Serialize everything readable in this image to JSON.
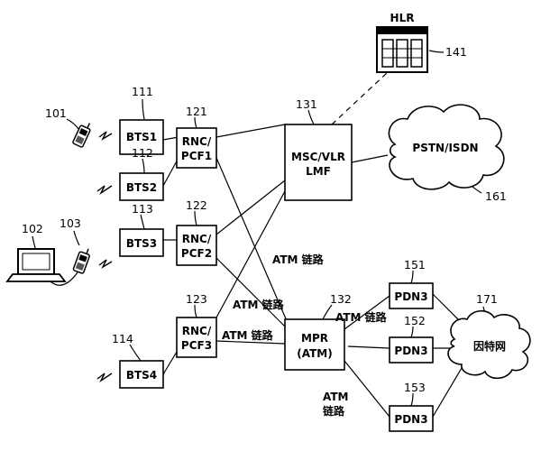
{
  "refs": {
    "ms1": "101",
    "laptop": "102",
    "ms2": "103",
    "bts1": "111",
    "bts2": "112",
    "bts3": "113",
    "bts4": "114",
    "rnc1": "121",
    "rnc2": "122",
    "rnc3": "123",
    "msc": "131",
    "mpr": "132",
    "hlr": "141",
    "pdn1": "151",
    "pdn2": "152",
    "pdn3": "153",
    "pstn": "161",
    "internet": "171"
  },
  "nodes": {
    "bts1": "BTS1",
    "bts2": "BTS2",
    "bts3": "BTS3",
    "bts4": "BTS4",
    "rnc_line1": "RNC/",
    "rnc1_line2": "PCF1",
    "rnc2_line2": "PCF2",
    "rnc3_line2": "PCF3",
    "msc_line1": "MSC/VLR",
    "msc_line2": "LMF",
    "mpr_line1": "MPR",
    "mpr_line2": "(ATM)",
    "hlr": "HLR",
    "pstn": "PSTN/ISDN",
    "pdn": "PDN3",
    "internet": "因特网"
  },
  "links": {
    "atm1": "ATM 链路",
    "atm2": "ATM 链路",
    "atm3": "ATM 链路",
    "atm4": "ATM 链路",
    "atm5_line1": "ATM",
    "atm5_line2": "链路"
  }
}
